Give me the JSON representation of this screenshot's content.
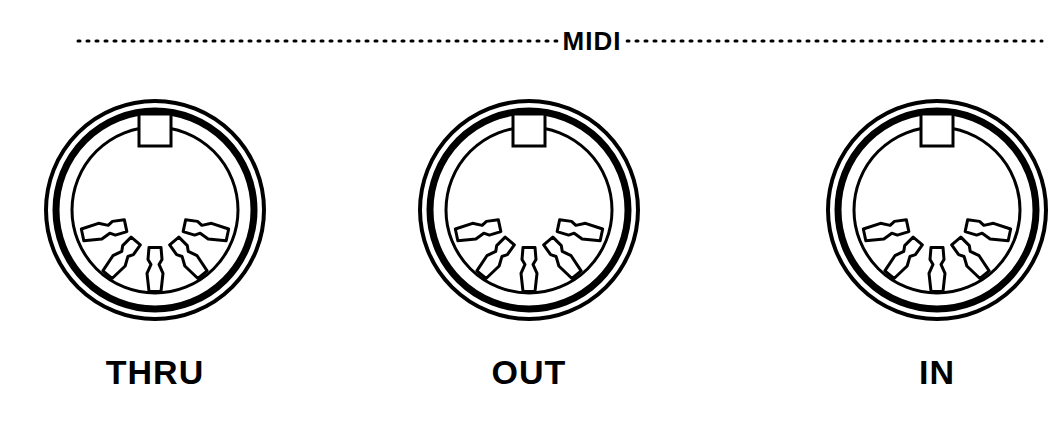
{
  "diagram": {
    "labels": [
      "MIDI",
      "THRU",
      "OUT",
      "IN"
    ]
  }
}
